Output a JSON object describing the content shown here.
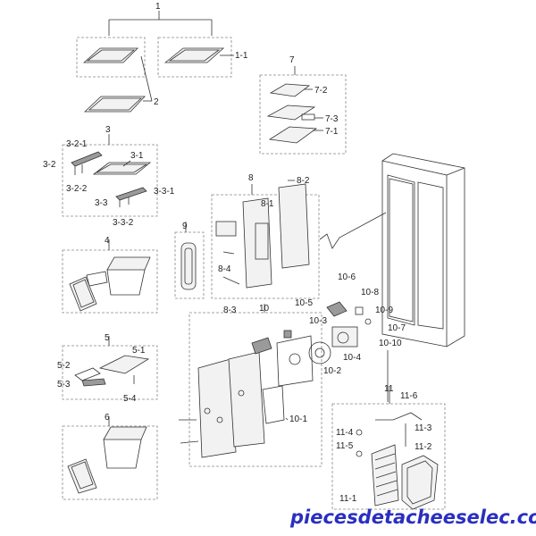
{
  "labels": {
    "l1": "1",
    "l1_1": "1-1",
    "l2": "2",
    "l3": "3",
    "l3_1": "3-1",
    "l3_2": "3-2",
    "l3_2_1": "3-2-1",
    "l3_2_2": "3-2-2",
    "l3_3": "3-3",
    "l3_3_1": "3-3-1",
    "l3_3_2": "3-3-2",
    "l4": "4",
    "l5": "5",
    "l5_1": "5-1",
    "l5_2": "5-2",
    "l5_3": "5-3",
    "l5_4": "5-4",
    "l6": "6",
    "l7": "7",
    "l7_1": "7-1",
    "l7_2": "7-2",
    "l7_3": "7-3",
    "l8": "8",
    "l8_1": "8-1",
    "l8_2": "8-2",
    "l8_3": "8-3",
    "l8_4": "8-4",
    "l9": "9",
    "l10": "10",
    "l10_1": "10-1",
    "l10_2": "10-2",
    "l10_3": "10-3",
    "l10_4": "10-4",
    "l10_5": "10-5",
    "l10_6": "10-6",
    "l10_7": "10-7",
    "l10_8": "10-8",
    "l10_9": "10-9",
    "l10_10": "10-10",
    "l11": "11",
    "l11_1": "11-1",
    "l11_2": "11-2",
    "l11_3": "11-3",
    "l11_4": "11-4",
    "l11_5": "11-5",
    "l11_6": "11-6"
  },
  "watermark": "piecesdetacheeselec.com",
  "colors": {
    "line": "#333333",
    "dash": "#888888",
    "watermark": "#2a2fc0",
    "part_fill": "#f2f2f2",
    "dark_fill": "#9a9a9a"
  }
}
